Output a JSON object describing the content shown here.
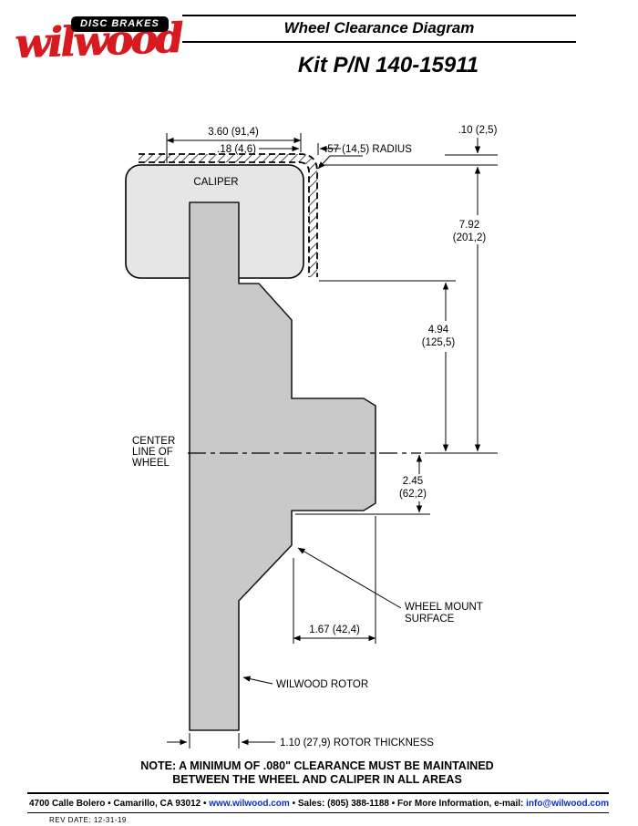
{
  "header": {
    "logo_badge": "DISC BRAKES",
    "logo_script": "wilwood",
    "title": "Wheel Clearance Diagram",
    "kit_title": "Kit P/N 140-15911"
  },
  "diagram": {
    "caliper_label": "CALIPER",
    "centerline_label_1": "CENTER",
    "centerline_label_2": "LINE OF",
    "centerline_label_3": "WHEEL",
    "dim_caliper_width": "3.60 (91,4)",
    "dim_clearance_side": ".18 (4,6)",
    "dim_radius": ".57 (14,5) RADIUS",
    "dim_clearance_top": ".10 (2,5)",
    "dim_total_height_in": "7.92",
    "dim_total_height_mm": "(201,2)",
    "dim_mid_height_in": "4.94",
    "dim_mid_height_mm": "(125,5)",
    "dim_lower_height_in": "2.45",
    "dim_lower_height_mm": "(62,2)",
    "dim_mount_offset": "1.67 (42,4)",
    "dim_rotor_thickness": "1.10 (27,9) ROTOR THICKNESS",
    "callout_wheel_mount_1": "WHEEL MOUNT",
    "callout_wheel_mount_2": "SURFACE",
    "callout_rotor": "WILWOOD ROTOR",
    "note_line1": "NOTE: A MINIMUM OF .080\" CLEARANCE MUST BE MAINTAINED",
    "note_line2": "BETWEEN THE WHEEL AND CALIPER IN ALL AREAS"
  },
  "footer": {
    "address": "4700 Calle Bolero • Camarillo, CA 93012 • ",
    "website": "www.wilwood.com",
    "middle": " • Sales: (805) 388-1188 • For More Information, e-mail: ",
    "email": "info@wilwood.com",
    "rev_date": "REV DATE:  12-31-19"
  },
  "colors": {
    "brand_red": "#d71920",
    "link_blue": "#0a2fc4",
    "caliper_fill": "#e6e6e6",
    "rotor_fill": "#c9c9c9"
  }
}
